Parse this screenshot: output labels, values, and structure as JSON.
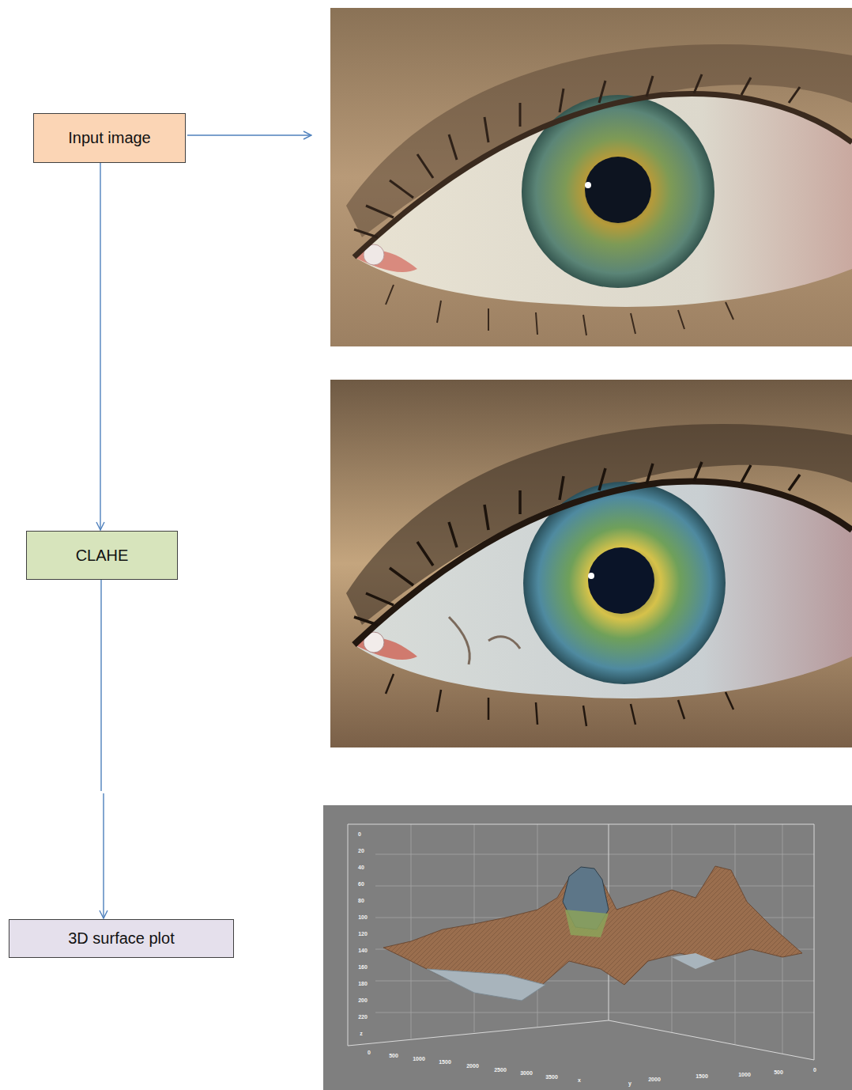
{
  "diagram": {
    "nodes": [
      {
        "text": [
          "Input image"
        ]
      },
      {
        "text": [
          "CLAHE"
        ]
      },
      {
        "text": [
          "3D surface plot"
        ]
      }
    ],
    "edges": [
      {
        "from": 0,
        "to": 1,
        "arrow": "to"
      },
      {
        "from": 1,
        "to": 2,
        "arrow": "to"
      }
    ],
    "labels": [
      "0",
      "20",
      "40",
      "60",
      "80",
      "100",
      "120",
      "140",
      "160",
      "180",
      "200",
      "220",
      "z",
      "0",
      "500",
      "1000",
      "1500",
      "2000",
      "2500",
      "3000",
      "3500",
      "x",
      "y",
      "2000",
      "1500",
      "1000",
      "500",
      "0"
    ]
  }
}
